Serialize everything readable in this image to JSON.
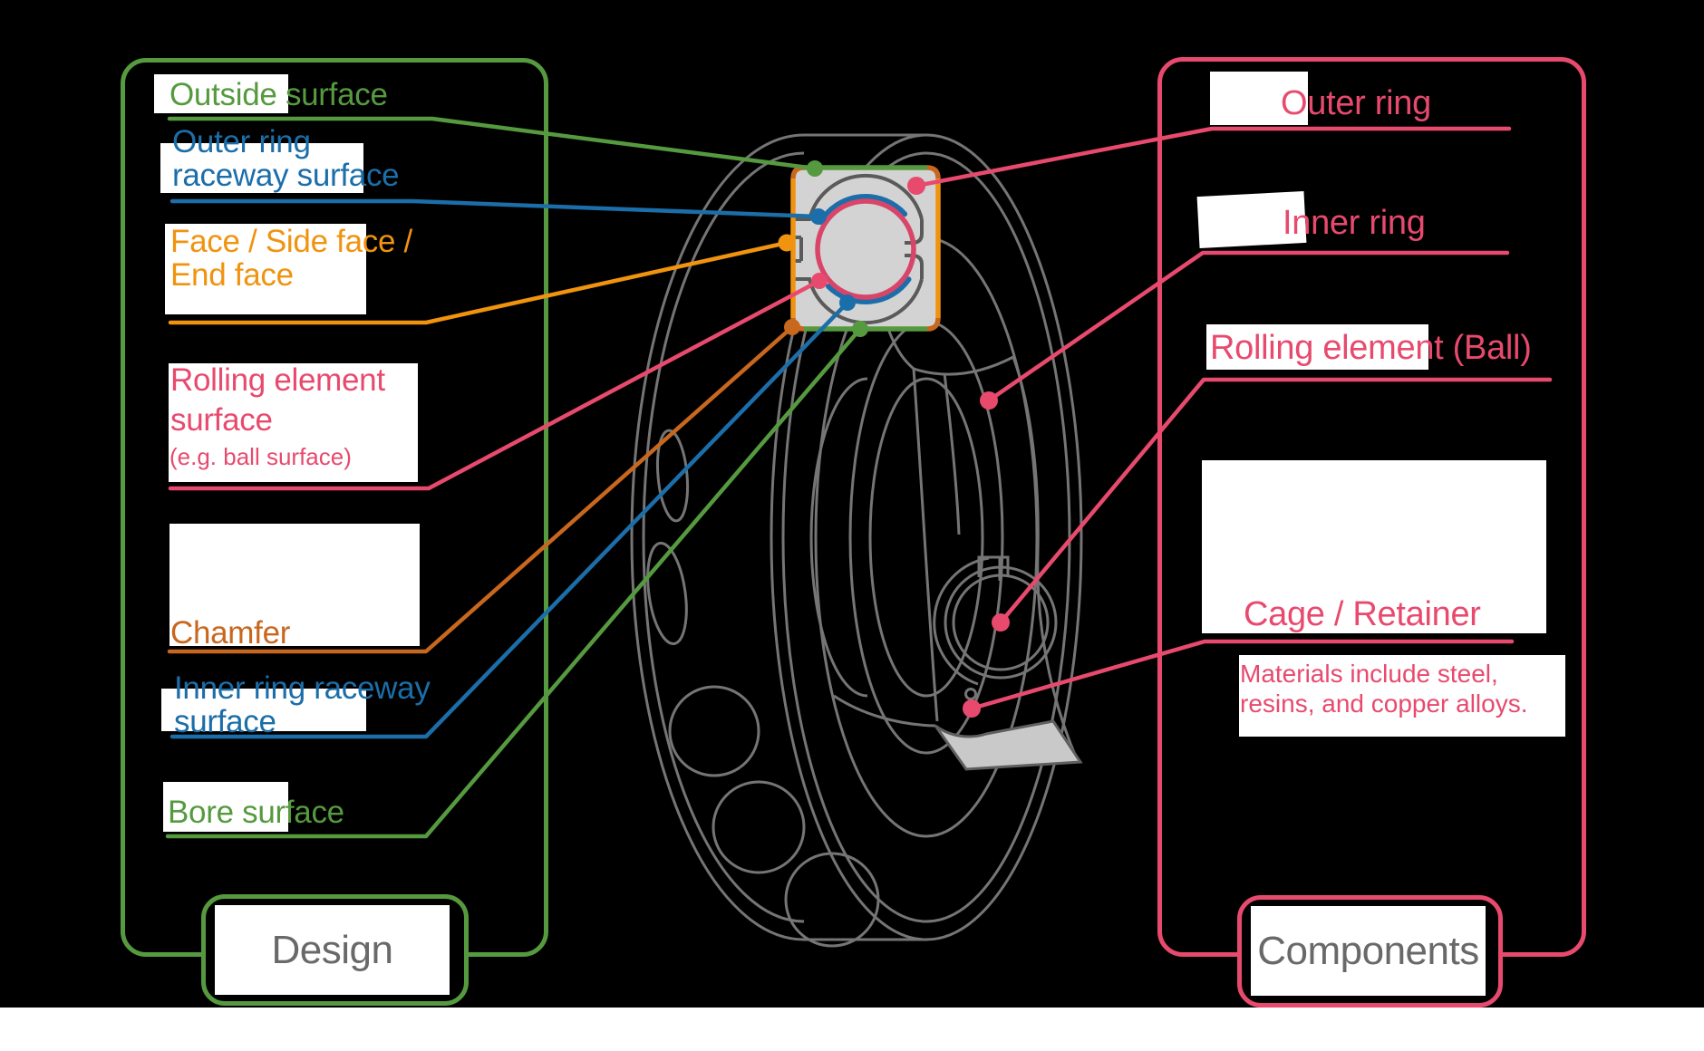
{
  "page": {
    "background": "#000000",
    "footer_background": "#ffffff"
  },
  "design": {
    "title": "Design",
    "outside_surface": "Outside surface",
    "outer_ring_raceway_1": "Outer ring",
    "outer_ring_raceway_2": "raceway surface",
    "face_1": "Face / Side face /",
    "face_2": "End face",
    "rolling_surface_1": "Rolling element",
    "rolling_surface_2": "surface",
    "rolling_surface_note": "(e.g. ball surface)",
    "chamfer": "Chamfer",
    "inner_ring_raceway_1": "Inner ring raceway",
    "inner_ring_raceway_2": "surface",
    "bore_surface": "Bore surface"
  },
  "components": {
    "title": "Components",
    "outer_ring": "Outer ring",
    "inner_ring": "Inner ring",
    "rolling_element": "Rolling element (Ball)",
    "cage": "Cage / Retainer",
    "cage_note_1": "Materials include steel,",
    "cage_note_2": "resins, and copper alloys."
  },
  "colors": {
    "green": "#569a3f",
    "blue": "#1b6ea9",
    "orange": "#f0930f",
    "chamfer_orange": "#c8671e",
    "pink": "#e84a6e",
    "title_gray": "#696969",
    "line_gray": "#757575",
    "section_fill": "#d3d3d3"
  }
}
